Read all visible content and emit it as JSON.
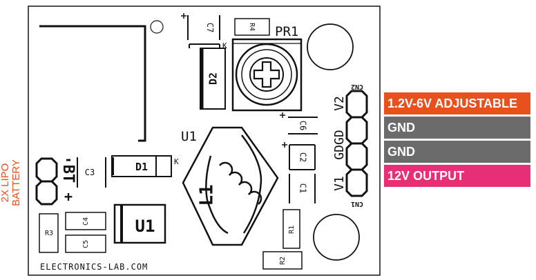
{
  "board": {
    "website": "ELECTRONICS-LAB.COM",
    "components": {
      "pr1": "PR1",
      "c7": "C7",
      "r4": "R4",
      "d2": "D2",
      "c6": "C6",
      "c2": "C2",
      "c1": "C1",
      "u1_label": "U1",
      "l1": "L1",
      "d1": "D1",
      "c3": "C3",
      "c4": "C4",
      "c5": "C5",
      "r3": "R3",
      "r1": "R1",
      "r2": "R2",
      "u1_chip": "U1",
      "bt": "BT",
      "cn1": "CN1",
      "cn2": "CN2",
      "v1": "V1",
      "v2": "V2",
      "gdgd": "GDGD",
      "k1": "K",
      "k2": "K",
      "minus": "-",
      "plus": "+"
    }
  },
  "pin_labels": [
    {
      "text": "1.2V-6V ADJUSTABLE",
      "color": "#e8501e"
    },
    {
      "text": "GND",
      "color": "#6b6b6b"
    },
    {
      "text": "GND",
      "color": "#6b6b6b"
    },
    {
      "text": "12V OUTPUT",
      "color": "#e62f75"
    }
  ],
  "battery_label": {
    "line1": "2X LIPO",
    "line2": "BATTERY",
    "color": "#e8501e"
  }
}
